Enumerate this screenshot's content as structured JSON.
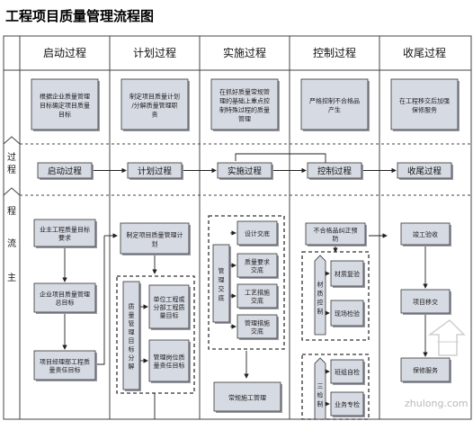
{
  "title": "工程项目质量管理流程图",
  "columns": [
    "启动过程",
    "计划过程",
    "实施过程",
    "控制过程",
    "收尾过程"
  ],
  "side_labels": {
    "process": "过程",
    "main": "主流程"
  },
  "row1": [
    "根据企业质量管理目标确定项目质量目标",
    "制定项目质量计划/分解质量管理职责",
    "在抓好质量常规管理的基础上重点控制特殊过程的质量管理",
    "严格控制不合格品产生",
    "在工程移交后加强保修服务"
  ],
  "row2": [
    "启动过程",
    "计划过程",
    "实施过程",
    "控制过程",
    "收尾过程"
  ],
  "col1": [
    "业主工程质量目标要求",
    "企业项目质量管理总目标",
    "项目经理部工程质量责任目标"
  ],
  "col2": {
    "top": "制定项目质量管理计划",
    "vertical": "质量管理目标分解",
    "sub": [
      "单位工程或分部工程质量目标",
      "管理岗位质量责任目标"
    ]
  },
  "col3": {
    "vertical": "管理交底",
    "items": [
      "设计交底",
      "质量要求交底",
      "工艺措施交底",
      "管理措施交底"
    ],
    "bottom": "常规施工管理"
  },
  "col4": {
    "top": "不合格品纠正预防",
    "vertical1": "材质控制",
    "items1": [
      "材质复验",
      "现场检验"
    ],
    "vertical2": "三检制",
    "items2": [
      "班组自检",
      "业务专检"
    ]
  },
  "col5": [
    "竣工验收",
    "项目移交",
    "保修服务"
  ],
  "watermark": "zhulong.com"
}
